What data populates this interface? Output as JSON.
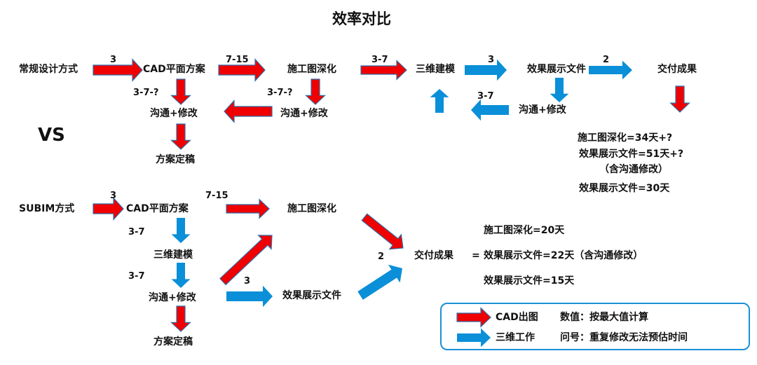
{
  "title": "效率对比",
  "vs_label": "VS",
  "colors": {
    "cad_arrow": "#f00000",
    "model_arrow": "#0a8fd8",
    "arrow_outline": "#2f6ea6",
    "legend_border": "#1b8fd6"
  },
  "traditional": {
    "start": "常规设计方式",
    "cad_plan": "CAD平面方案",
    "construction_drawing": "施工图深化",
    "modeling": "三维建模",
    "render_file": "效果展示文件",
    "delivery": "交付成果",
    "revise_1": "沟通+修改",
    "revise_2": "沟通+修改",
    "revise_3": "沟通+修改",
    "final_plan": "方案定稿",
    "labels": {
      "start_to_cad": "3",
      "cad_to_construction": "7-15",
      "construction_to_modeling": "3-7",
      "modeling_to_render": "3",
      "render_to_delivery": "2",
      "cad_to_revise": "3-7-?",
      "construction_to_revise": "3-7-?",
      "revise_to_modeling": "3-7"
    },
    "summary": [
      "施工图深化=34天+?",
      "效果展示文件=51天+?",
      "（含沟通修改）",
      "效果展示文件=30天"
    ]
  },
  "subim": {
    "start": "SUBIM方式",
    "cad_plan": "CAD平面方案",
    "construction_drawing": "施工图深化",
    "modeling": "三维建模",
    "revise": "沟通+修改",
    "final_plan": "方案定稿",
    "render_file": "效果展示文件",
    "delivery": "交付成果",
    "equals": "=",
    "labels": {
      "start_to_cad": "3",
      "cad_to_construction": "7-15",
      "cad_to_modeling": "3-7",
      "modeling_to_revise": "3-7",
      "revise_to_render": "3",
      "to_delivery": "2"
    },
    "summary": [
      "施工图深化=20天",
      "效果展示文件=22天（含沟通修改）",
      "效果展示文件=15天"
    ]
  },
  "legend": {
    "cad_label": "CAD出图",
    "model_label": "三维工作",
    "note_1": "数值：按最大值计算",
    "note_2": "问号：重复修改无法预估时间"
  }
}
